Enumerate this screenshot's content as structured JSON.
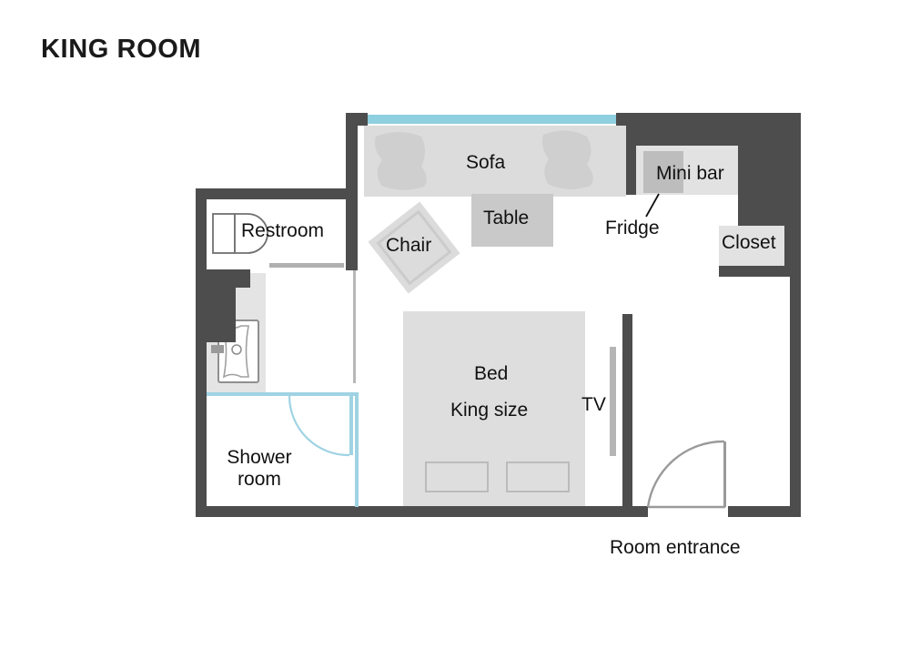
{
  "title": "KING ROOM",
  "labels": {
    "sofa": "Sofa",
    "table": "Table",
    "chair": "Chair",
    "mini_bar": "Mini bar",
    "fridge": "Fridge",
    "closet": "Closet",
    "restroom": "Restroom",
    "shower_room_line1": "Shower",
    "shower_room_line2": "room",
    "bed_line1": "Bed",
    "bed_line2": "King size",
    "tv": "TV",
    "room_entrance": "Room entrance"
  },
  "colors": {
    "wall": "#4d4d4d",
    "wall_light": "#6b6b6b",
    "furniture_light": "#dcdcdc",
    "furniture_mid": "#c9c9c9",
    "furniture_dark": "#b9b9b9",
    "window_blue": "#8ecfe0",
    "shower_blue": "#9fd3e3",
    "floor": "#ffffff",
    "vanity_floor": "#e4e4e4",
    "text": "#111111",
    "door_arc": "#8a8a8a"
  },
  "rooms": [
    {
      "name": "restroom",
      "label": "Restroom"
    },
    {
      "name": "shower-room",
      "label": "Shower room"
    },
    {
      "name": "main-bedroom",
      "label": "Bed King size"
    },
    {
      "name": "entry-hall",
      "label": "Room entrance"
    }
  ],
  "furniture": [
    {
      "name": "sofa",
      "label": "Sofa"
    },
    {
      "name": "table",
      "label": "Table"
    },
    {
      "name": "chair",
      "label": "Chair"
    },
    {
      "name": "bed",
      "label": "Bed King size"
    },
    {
      "name": "tv",
      "label": "TV"
    },
    {
      "name": "mini-bar",
      "label": "Mini bar"
    },
    {
      "name": "fridge",
      "label": "Fridge"
    },
    {
      "name": "closet",
      "label": "Closet"
    },
    {
      "name": "toilet",
      "label": "Restroom"
    },
    {
      "name": "sink",
      "label": "Sink"
    }
  ],
  "openings": [
    {
      "name": "window",
      "label": "Window"
    },
    {
      "name": "room-entrance-door",
      "label": "Room entrance"
    },
    {
      "name": "shower-room-door",
      "label": "Shower room door"
    },
    {
      "name": "restroom-sliding-door",
      "label": "Restroom sliding door"
    }
  ]
}
